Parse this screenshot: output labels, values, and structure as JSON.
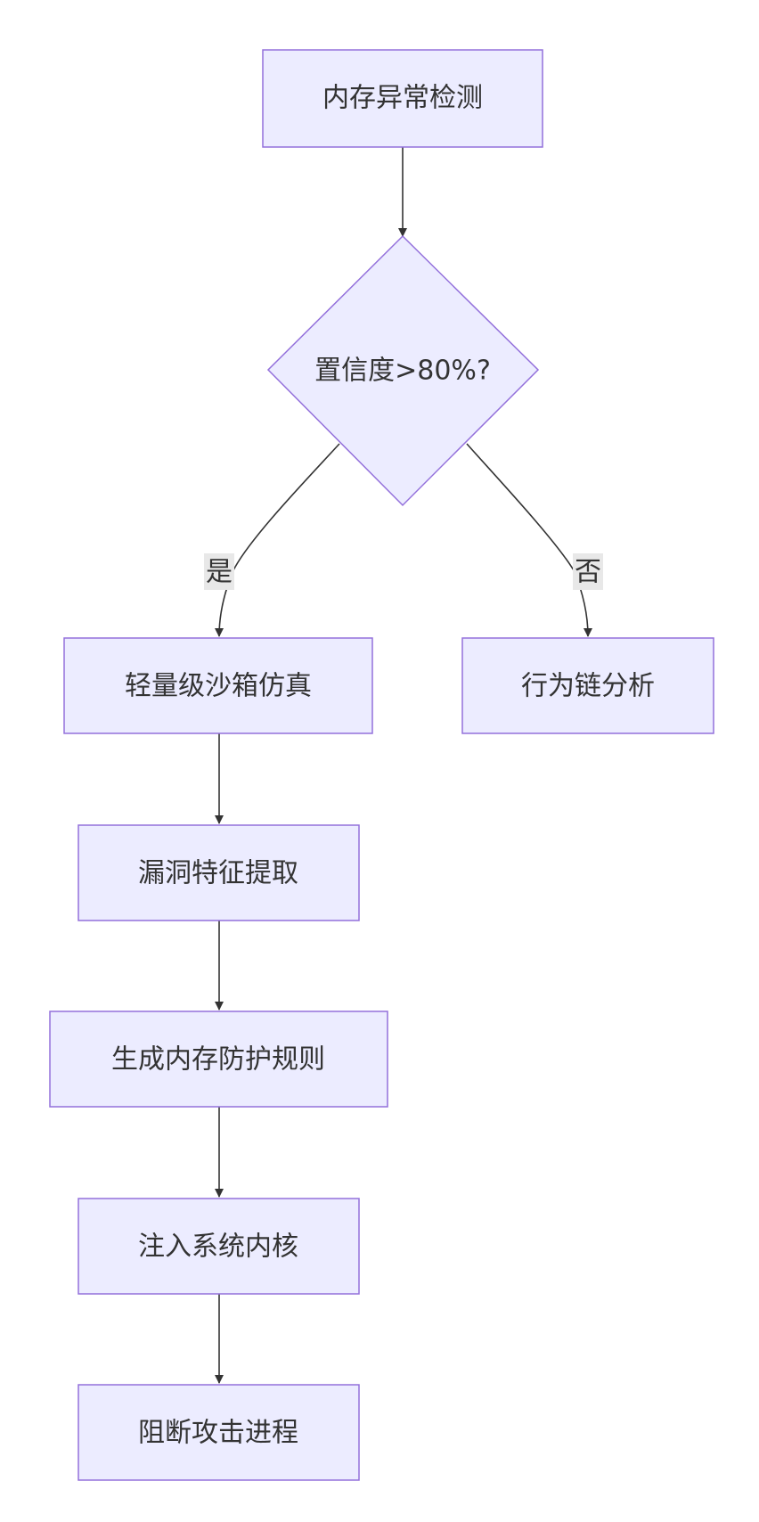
{
  "nodes": {
    "memory_anomaly_detect": "内存异常检测",
    "confidence_check": "置信度>80%?",
    "lightweight_sandbox": "轻量级沙箱仿真",
    "behavior_chain_analysis": "行为链分析",
    "vuln_feature_extract": "漏洞特征提取",
    "gen_memory_protect_rules": "生成内存防护规则",
    "inject_system_kernel": "注入系统内核",
    "block_attack_process": "阻断攻击进程"
  },
  "edges": {
    "yes_label": "是",
    "no_label": "否"
  },
  "colors": {
    "node_fill": "#ECECFF",
    "node_stroke": "#9370DB",
    "text": "#333333",
    "edge": "#333333",
    "edge_label_bg": "#E8E8E8"
  }
}
